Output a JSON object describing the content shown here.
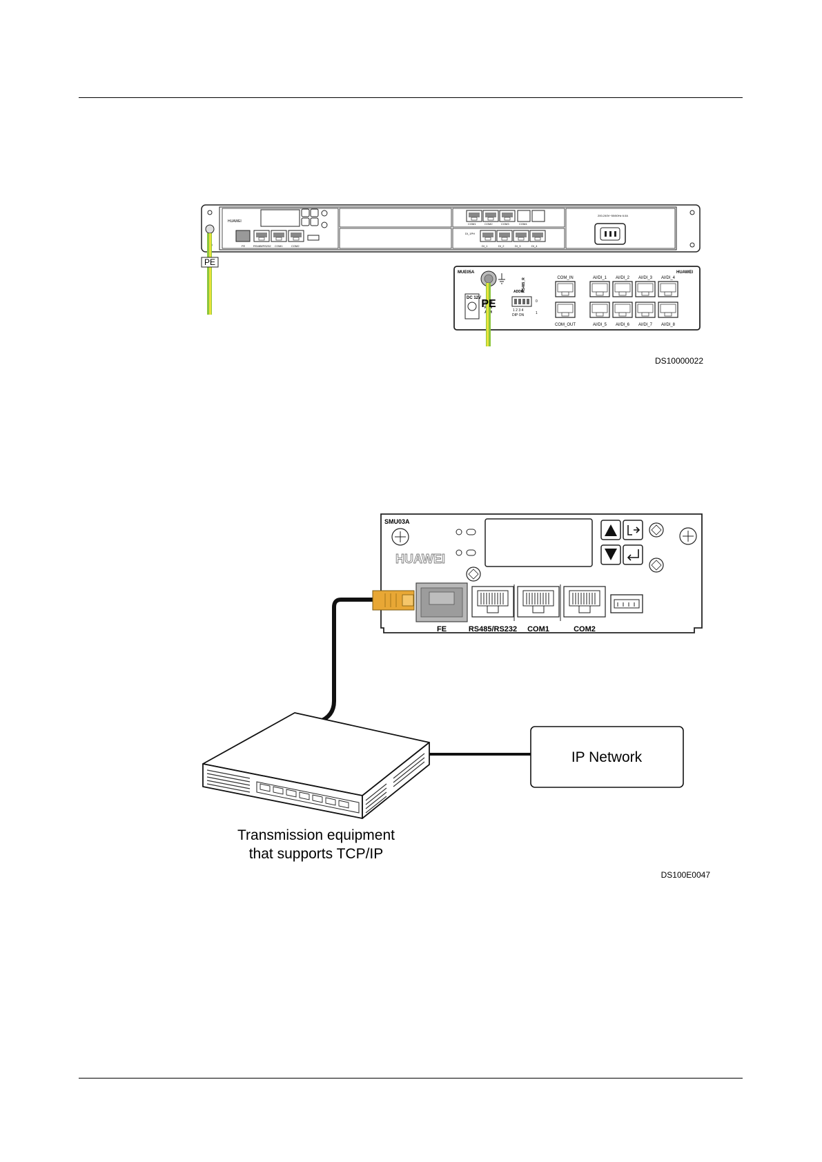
{
  "figure1": {
    "id": "DS10000022",
    "rack_brand": "HUAWEI",
    "pe_label": "PE",
    "rack_ports": [
      "FE",
      "RS485/RS232",
      "COM1",
      "COM2"
    ],
    "rack_module2_ports": [
      "COM1",
      "COM2",
      "COM3",
      "COM4"
    ],
    "rack_module3_ports": [
      "DI_1",
      "DI_2",
      "DI_3",
      "DI_4"
    ],
    "rack_power_text": "200-240V~50/60Hz 6.0A",
    "mue": {
      "model": "MUE05A",
      "brand": "HUAWEI",
      "dc_label": "DC 12V",
      "led_labels": [
        "PWR",
        "RUN",
        "ALM"
      ],
      "addr_label": "ADDR",
      "rs485_label": "RS485_R",
      "dip_numbers": "1 2 3 4",
      "dip_on": "DIP  ON",
      "dip_scale": [
        "0",
        "1"
      ],
      "top_ports": [
        "COM_IN",
        "AI/DI_1",
        "AI/DI_2",
        "AI/DI_3",
        "AI/DI_4"
      ],
      "bottom_ports": [
        "COM_OUT",
        "AI/DI_5",
        "AI/DI_6",
        "AI/DI_7",
        "AI/DI_8"
      ]
    }
  },
  "figure2": {
    "id": "DS100E0047",
    "smu_model": "SMU03A",
    "brand": "HUAWEI",
    "ports": [
      "FE",
      "RS485/RS232",
      "COM1",
      "COM2"
    ],
    "network_label": "IP Network",
    "transmission_caption_line1": "Transmission equipment",
    "transmission_caption_line2": "that supports TCP/IP"
  },
  "colors": {
    "pe_cable_yellow": "#e9e23a",
    "pe_cable_green": "#8cc63e",
    "fe_connector": "#e8a735",
    "fe_port_fill": "#b8b8b8"
  }
}
